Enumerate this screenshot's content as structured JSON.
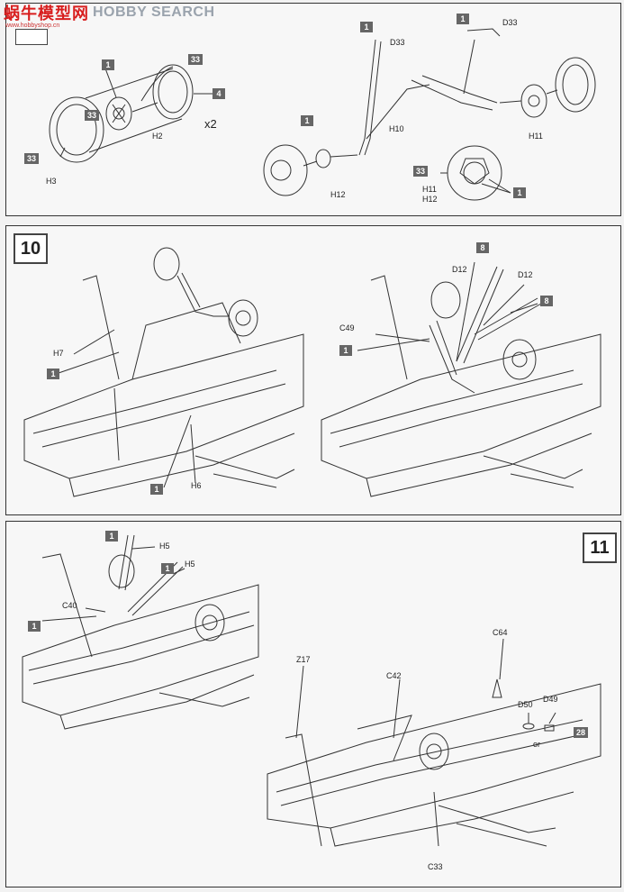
{
  "watermark": {
    "brand_cn": "蜗牛模型网",
    "brand_en": "HOBBY SEARCH",
    "url": "www.hobbyshop.cn"
  },
  "colors": {
    "tag_bg": "#666666",
    "line": "#333333",
    "panel_border": "#333333",
    "brand_red": "#d81e1e"
  },
  "step_1": {
    "tags": [
      "1",
      "33",
      "4",
      "33",
      "33",
      "1",
      "1",
      "1",
      "33",
      "1"
    ],
    "labels": [
      "H2",
      "H3",
      "x2",
      "D33",
      "D33",
      "H10",
      "H11",
      "H12",
      "H11",
      "H12"
    ]
  },
  "step_2": {
    "number": "10",
    "tags": [
      "1",
      "1",
      "8",
      "8",
      "1"
    ],
    "labels": [
      "H7",
      "H6",
      "D12",
      "D12",
      "C49"
    ]
  },
  "step_3": {
    "number": "11",
    "tags": [
      "1",
      "1",
      "1",
      "28"
    ],
    "labels": [
      "H5",
      "H5",
      "C40",
      "Z17",
      "C42",
      "C64",
      "D50",
      "D49",
      "or",
      "C33"
    ]
  }
}
